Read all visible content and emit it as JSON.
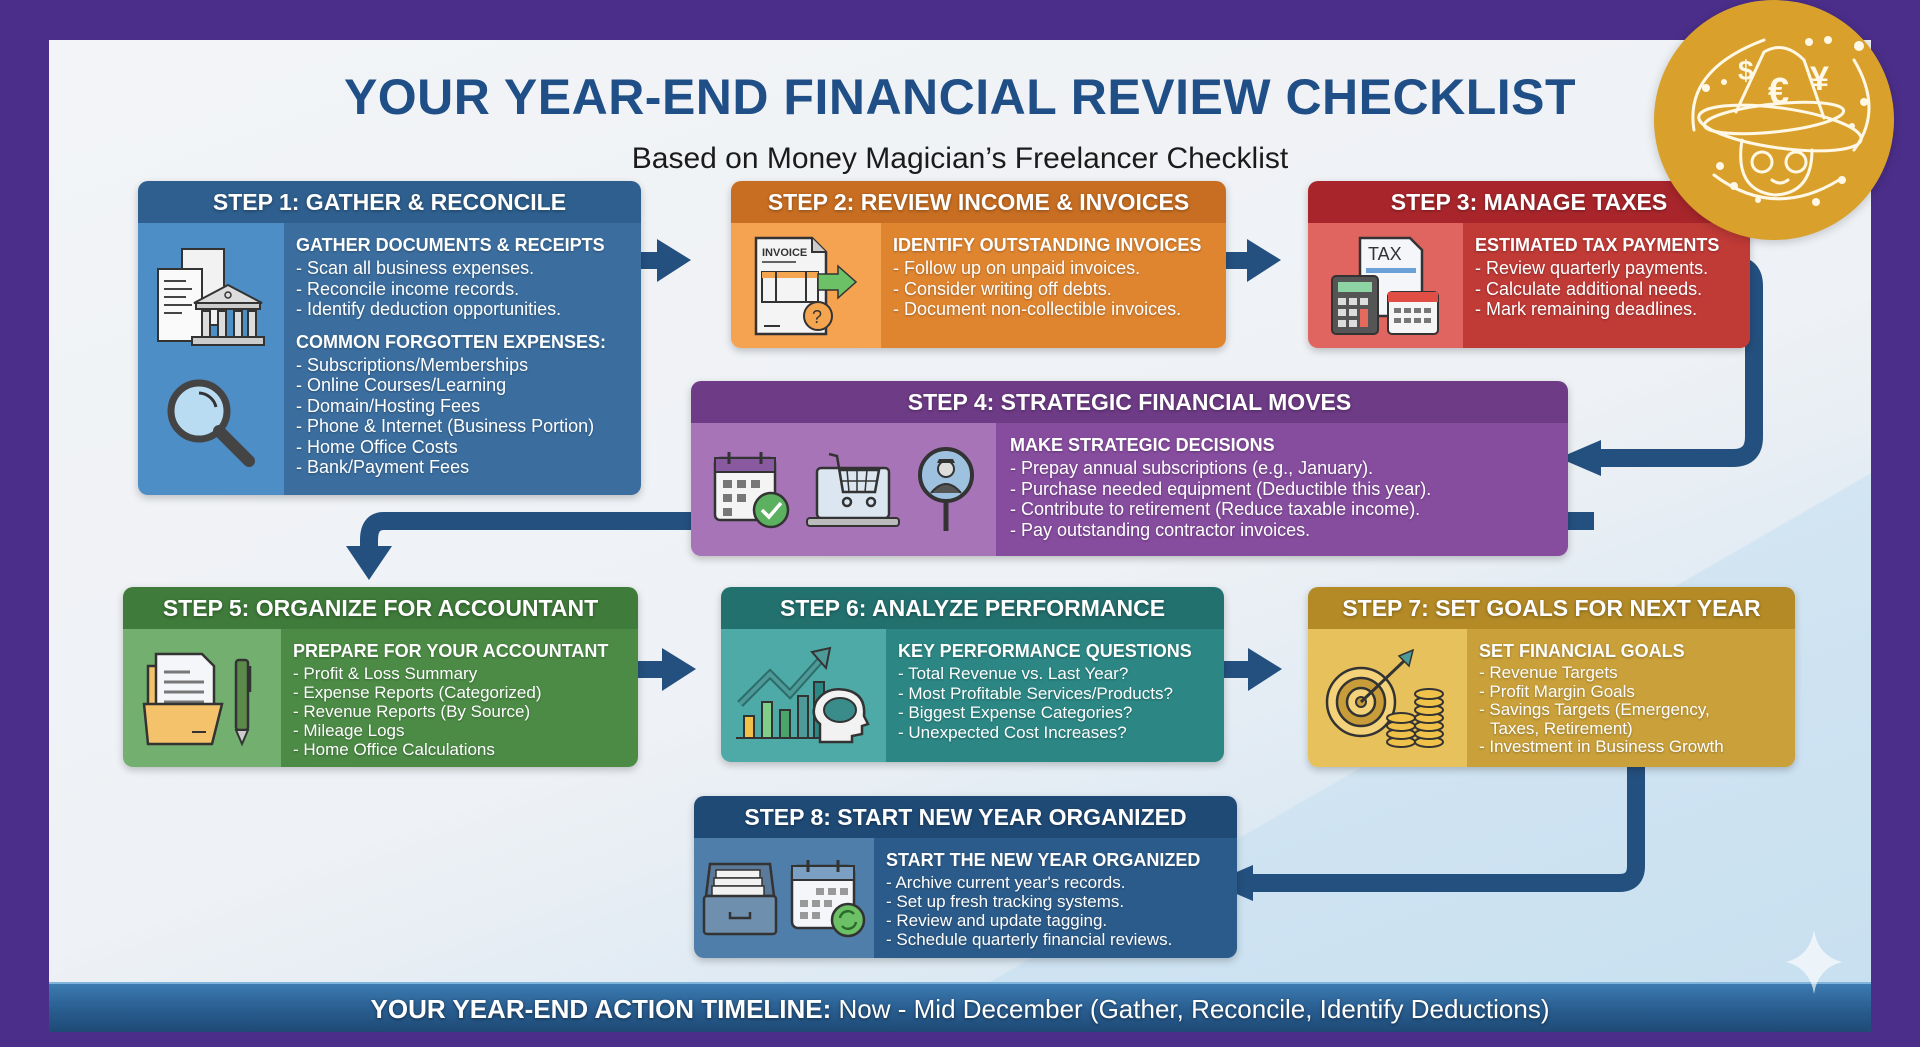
{
  "header": {
    "title": "YOUR YEAR-END FINANCIAL REVIEW CHECKLIST",
    "subtitle": "Based on Money Magician’s Freelancer Checklist"
  },
  "badge": {
    "icon": "money-wizard-icon",
    "symbols": [
      "$",
      "€",
      "¥"
    ]
  },
  "colors": {
    "frame": "#4b2e8a",
    "title": "#1f4f86",
    "connector": "#24507f",
    "badge": "#d9a12c",
    "step1": "#3b6e9f",
    "step2": "#df8530",
    "step3": "#c03a36",
    "step4": "#864c9e",
    "step5": "#4c8b46",
    "step6": "#2c8784",
    "step7": "#c9a03a",
    "step8": "#2b5b8a"
  },
  "steps": [
    {
      "title": "STEP 1: GATHER & RECONCILE",
      "icons": [
        "receipts-icon",
        "bank-icon",
        "magnifying-glass-icon"
      ],
      "sections": [
        {
          "heading": "GATHER DOCUMENTS & RECEIPTS",
          "items": [
            "- Scan all business expenses.",
            "- Reconcile income records.",
            "- Identify deduction opportunities."
          ]
        },
        {
          "heading": "COMMON FORGOTTEN EXPENSES:",
          "items": [
            "- Subscriptions/Memberships",
            "- Online Courses/Learning",
            "- Domain/Hosting Fees",
            "- Phone & Internet (Business Portion)",
            "- Home Office Costs",
            "- Bank/Payment Fees"
          ]
        }
      ]
    },
    {
      "title": "STEP 2: REVIEW INCOME & INVOICES",
      "icons": [
        "invoice-icon"
      ],
      "icon_label": "INVOICE",
      "sections": [
        {
          "heading": "IDENTIFY OUTSTANDING INVOICES",
          "items": [
            "- Follow up on unpaid invoices.",
            "- Consider writing off debts.",
            "- Document non-collectible invoices."
          ]
        }
      ]
    },
    {
      "title": "STEP 3: MANAGE TAXES",
      "icons": [
        "tax-form-icon",
        "calculator-icon",
        "calendar-icon"
      ],
      "icon_label": "TAX",
      "sections": [
        {
          "heading": "ESTIMATED TAX PAYMENTS",
          "items": [
            "- Review quarterly payments.",
            "- Calculate additional needs.",
            "- Mark remaining deadlines."
          ]
        }
      ]
    },
    {
      "title": "STEP 4: STRATEGIC FINANCIAL MOVES",
      "icons": [
        "calendar-check-icon",
        "laptop-cart-icon",
        "contractor-search-icon"
      ],
      "sections": [
        {
          "heading": "MAKE STRATEGIC DECISIONS",
          "items": [
            "- Prepay annual subscriptions (e.g., January).",
            "- Purchase needed equipment (Deductible this year).",
            "- Contribute to retirement (Reduce taxable income).",
            "- Pay outstanding contractor invoices."
          ]
        }
      ]
    },
    {
      "title": "STEP 5: ORGANIZE FOR ACCOUNTANT",
      "icons": [
        "folder-documents-icon",
        "pen-icon"
      ],
      "sections": [
        {
          "heading": "PREPARE FOR YOUR ACCOUNTANT",
          "items": [
            "- Profit & Loss Summary",
            "- Expense Reports (Categorized)",
            "- Revenue Reports (By Source)",
            "- Mileage Logs",
            "- Home Office Calculations"
          ]
        }
      ]
    },
    {
      "title": "STEP 6: ANALYZE PERFORMANCE",
      "icons": [
        "growth-chart-icon",
        "brain-head-icon"
      ],
      "sections": [
        {
          "heading": "KEY PERFORMANCE QUESTIONS",
          "items": [
            "- Total Revenue vs. Last Year?",
            "- Most Profitable Services/Products?",
            "- Biggest Expense Categories?",
            "- Unexpected Cost Increases?"
          ]
        }
      ]
    },
    {
      "title": "STEP 7: SET GOALS FOR NEXT YEAR",
      "icons": [
        "target-icon",
        "coins-icon"
      ],
      "sections": [
        {
          "heading": "SET FINANCIAL GOALS",
          "items": [
            "- Revenue Targets",
            "- Profit Margin Goals",
            "- Savings Targets (Emergency,",
            "Taxes, Retirement)",
            "- Investment in Business Growth"
          ]
        }
      ]
    },
    {
      "title": "STEP 8: START NEW YEAR ORGANIZED",
      "icons": [
        "file-drawer-icon",
        "calendar-refresh-icon"
      ],
      "sections": [
        {
          "heading": "START THE NEW YEAR ORGANIZED",
          "items": [
            "- Archive current year's records.",
            "- Set up fresh tracking systems.",
            "- Review and update tagging.",
            "- Schedule quarterly financial reviews."
          ]
        }
      ]
    }
  ],
  "footer": {
    "label": "YOUR YEAR-END ACTION TIMELINE:",
    "text": " Now - Mid December (Gather, Reconcile, Identify Deductions)"
  }
}
